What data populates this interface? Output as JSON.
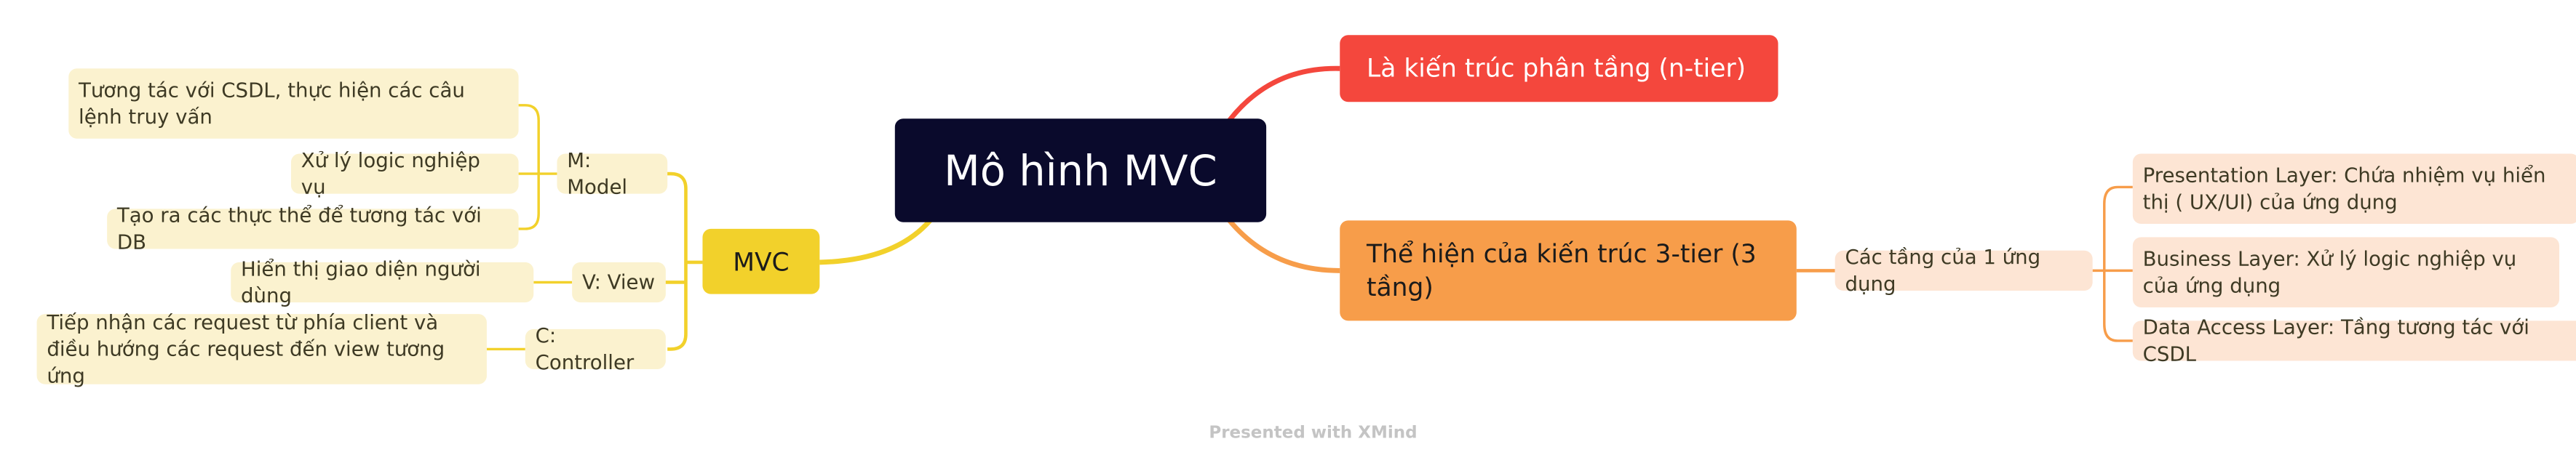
{
  "central": "Mô hình MVC",
  "right": {
    "red_topic": "Là kiến trúc phân tầng (n-tier)",
    "orange_topic": "Thể hiện của kiến trúc 3-tier (3 tầng)",
    "layers_title": "Các tầng của 1 ứng dụng",
    "layers": [
      "Presentation Layer: Chứa nhiệm vụ hiển thị ( UX/UI) của ứng dụng",
      "Business Layer: Xử lý logic nghiệp vụ của ứng dụng",
      "Data Access Layer: Tầng tương tác với CSDL"
    ]
  },
  "left": {
    "mvc": "MVC",
    "model": {
      "label": "M: Model",
      "items": [
        "Tương tác với CSDL, thực hiện các câu lệnh truy vấn",
        "Xử lý logic nghiệp vụ",
        "Tạo ra các thực thể để tương tác với DB"
      ]
    },
    "view": {
      "label": "V: View",
      "items": [
        "Hiển thị giao diện người dùng"
      ]
    },
    "controller": {
      "label": "C: Controller",
      "items": [
        "Tiếp nhận các request từ phía client và điều hướng các request đến view tương ứng"
      ]
    }
  },
  "footer": "Presented with XMind",
  "colors": {
    "central": "#0a0a2c",
    "red": "#f4473d",
    "orange": "#f79d4a",
    "yellow": "#f2d12b",
    "light_yellow": "#fbf2cf",
    "light_orange": "#fde5d4"
  }
}
